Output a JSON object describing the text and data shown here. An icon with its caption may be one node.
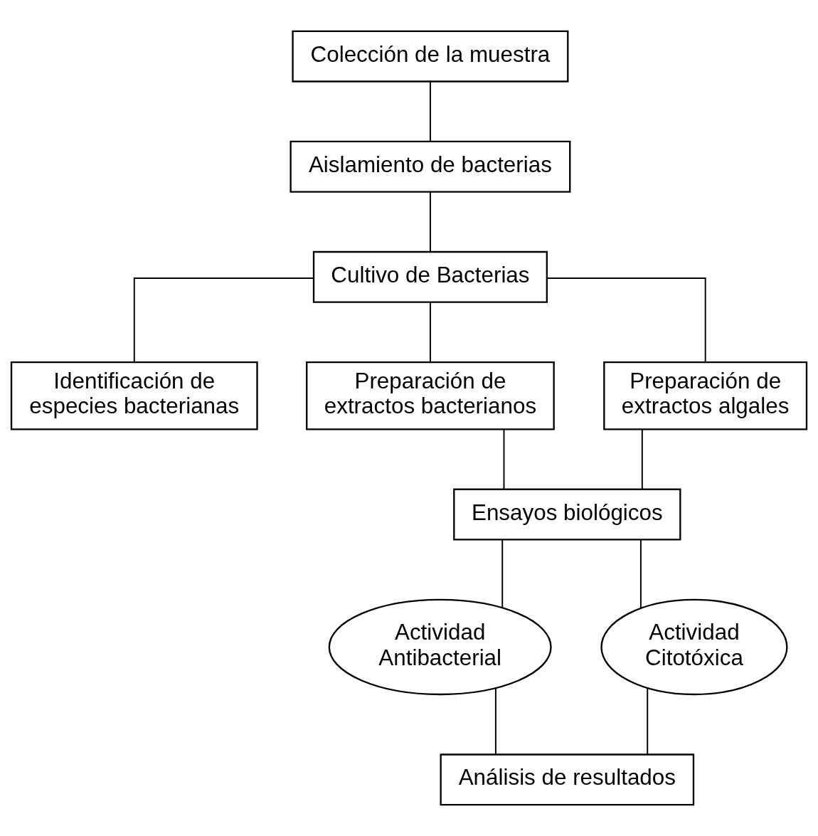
{
  "diagram": {
    "nodes": [
      {
        "text": [
          "Colección de la muestra"
        ]
      },
      {
        "text": [
          "Aislamiento de bacterias"
        ]
      },
      {
        "text": [
          "Cultivo de Bacterias"
        ]
      },
      {
        "text": [
          "Identificación de especies bacterianas"
        ]
      },
      {
        "text": [
          "Preparación de extractos bacterianos"
        ]
      },
      {
        "text": [
          "Preparación de extractos algales"
        ]
      },
      {
        "text": [
          "Ensayos biológicos"
        ]
      },
      {
        "text": [
          "Actividad Antibacterial"
        ]
      },
      {
        "text": [
          "Actividad Citotóxica"
        ]
      },
      {
        "text": [
          "Análisis de resultados"
        ]
      }
    ],
    "edges": [
      {
        "from": 0,
        "to": 1,
        "arrow": "none"
      },
      {
        "from": 1,
        "to": 2,
        "arrow": "none"
      },
      {
        "from": 2,
        "to": 3,
        "arrow": "none"
      },
      {
        "from": 2,
        "to": 4,
        "arrow": "none"
      },
      {
        "from": 2,
        "to": 5,
        "arrow": "none"
      },
      {
        "from": 4,
        "to": 6,
        "arrow": "none"
      },
      {
        "from": 5,
        "to": 6,
        "arrow": "none"
      },
      {
        "from": 6,
        "to": 7,
        "arrow": "none"
      },
      {
        "from": 6,
        "to": 8,
        "arrow": "none"
      },
      {
        "from": 7,
        "to": 9,
        "arrow": "none"
      },
      {
        "from": 8,
        "to": 9,
        "arrow": "none"
      }
    ]
  }
}
